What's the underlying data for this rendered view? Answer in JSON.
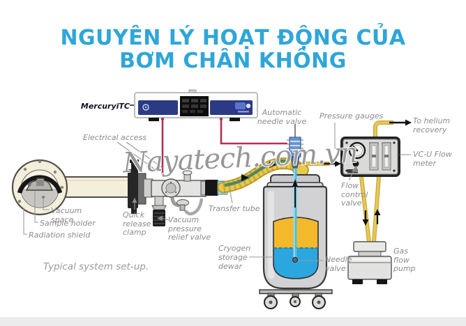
{
  "title": {
    "line1": "NGUYÊN LÝ HOẠT ĐỘNG CỦA",
    "line2": "BƠM CHÂN KHÔNG"
  },
  "watermark": "Nayatech.com.vn",
  "caption": "Typical system set-up.",
  "labels": {
    "controller": "MercuryiTC",
    "electrical_access": "Electrical access",
    "vacuum_space": "Vacuum space",
    "sample_holder": "Sample holder",
    "radiation_shield": "Radiation shield",
    "quick_release_clamp": "Quick\nrelease\nclamp",
    "vacuum_pressure_relief_valve": "Vacuum\npressure\nrelief valve",
    "transfer_tube": "Transfer tube",
    "automatic_needle_valve": "Automatic\nneedle valve",
    "pressure_gauges": "Pressure gauges",
    "to_helium_recovery": "To helium\nrecovery",
    "vcu_flow_meter": "VC-U Flow\nmeter",
    "flow_control_valve": "Flow\ncontrol\nvalve",
    "cryogen_storage_dewar": "Cryogen\nstorage\ndewar",
    "needle_valve": "Needle\nvalve",
    "gas_flow_pump": "Gas\nflow\npump"
  },
  "colors": {
    "title_blue": "#2fa6d9",
    "cable_red": "#b13252",
    "tube_yellow": "#e8c94f",
    "tube_green": "#4f8a62",
    "cryogen_gas_yellow": "#f4b92a",
    "cryogen_liquid_blue": "#2ba6de",
    "siphon_cyan": "#4fc0e4",
    "controller_navy": "#2c3a85"
  }
}
